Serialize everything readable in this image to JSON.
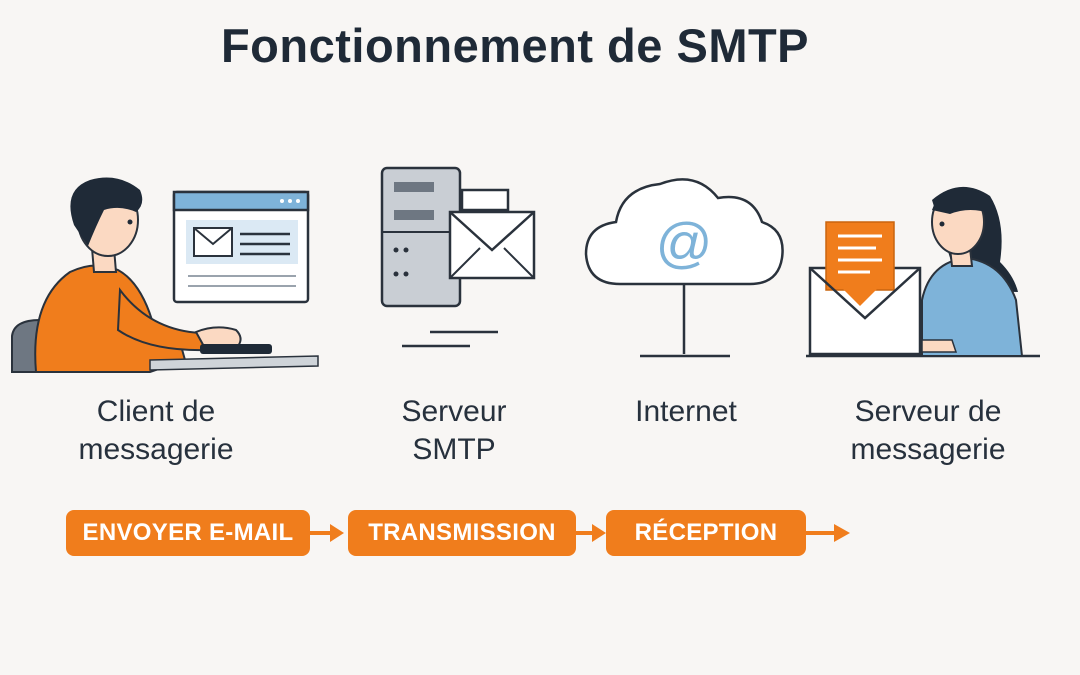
{
  "title": "Fonctionnement de SMTP",
  "stations": [
    {
      "id": "client",
      "label": "Client de\nmessagerie"
    },
    {
      "id": "smtp",
      "label": "Serveur\nSMTP"
    },
    {
      "id": "internet",
      "label": "Internet"
    },
    {
      "id": "mailserver",
      "label": "Serveur de\nmessagerie"
    }
  ],
  "steps": [
    {
      "label": "ENVOYER E-MAIL"
    },
    {
      "label": "TRANSMISSION"
    },
    {
      "label": "RÉCEPTION"
    }
  ],
  "icons": {
    "cloud_symbol": "@"
  },
  "colors": {
    "accent": "#f07d1c",
    "blue": "#7eb3d9",
    "dark": "#1f2a37",
    "background": "#f8f6f4"
  }
}
